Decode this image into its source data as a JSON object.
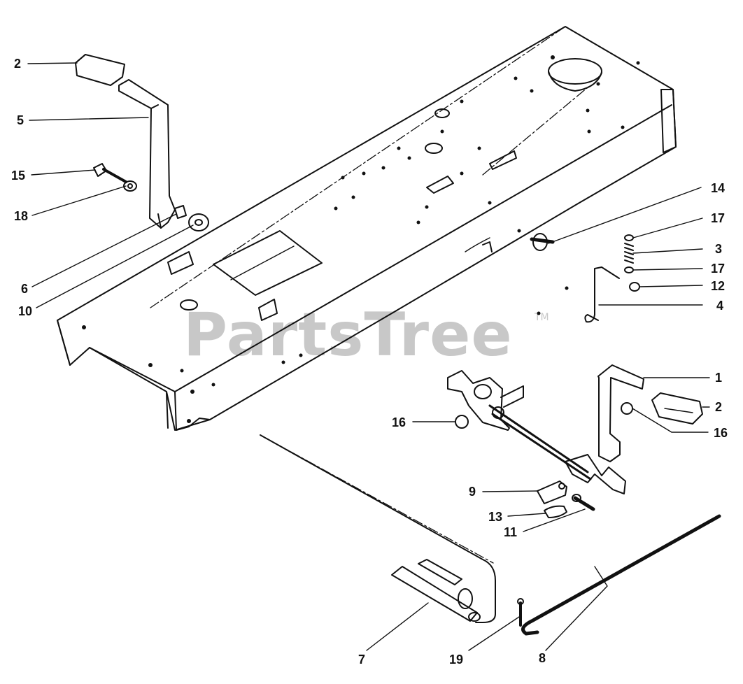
{
  "watermark": {
    "text": "PartsTree",
    "trademark": "TM"
  },
  "callouts": [
    {
      "id": "c2a",
      "label": "2"
    },
    {
      "id": "c5",
      "label": "5"
    },
    {
      "id": "c15",
      "label": "15"
    },
    {
      "id": "c18",
      "label": "18"
    },
    {
      "id": "c6",
      "label": "6"
    },
    {
      "id": "c10",
      "label": "10"
    },
    {
      "id": "c14",
      "label": "14"
    },
    {
      "id": "c17a",
      "label": "17"
    },
    {
      "id": "c3",
      "label": "3"
    },
    {
      "id": "c17b",
      "label": "17"
    },
    {
      "id": "c12",
      "label": "12"
    },
    {
      "id": "c4",
      "label": "4"
    },
    {
      "id": "c1",
      "label": "1"
    },
    {
      "id": "c2b",
      "label": "2"
    },
    {
      "id": "c16a",
      "label": "16"
    },
    {
      "id": "c16b",
      "label": "16"
    },
    {
      "id": "c9",
      "label": "9"
    },
    {
      "id": "c13",
      "label": "13"
    },
    {
      "id": "c11",
      "label": "11"
    },
    {
      "id": "c7",
      "label": "7"
    },
    {
      "id": "c19",
      "label": "19"
    },
    {
      "id": "c8",
      "label": "8"
    }
  ],
  "colors": {
    "ink": "#111111",
    "watermark": "#c8c8c8",
    "background": "#ffffff"
  }
}
